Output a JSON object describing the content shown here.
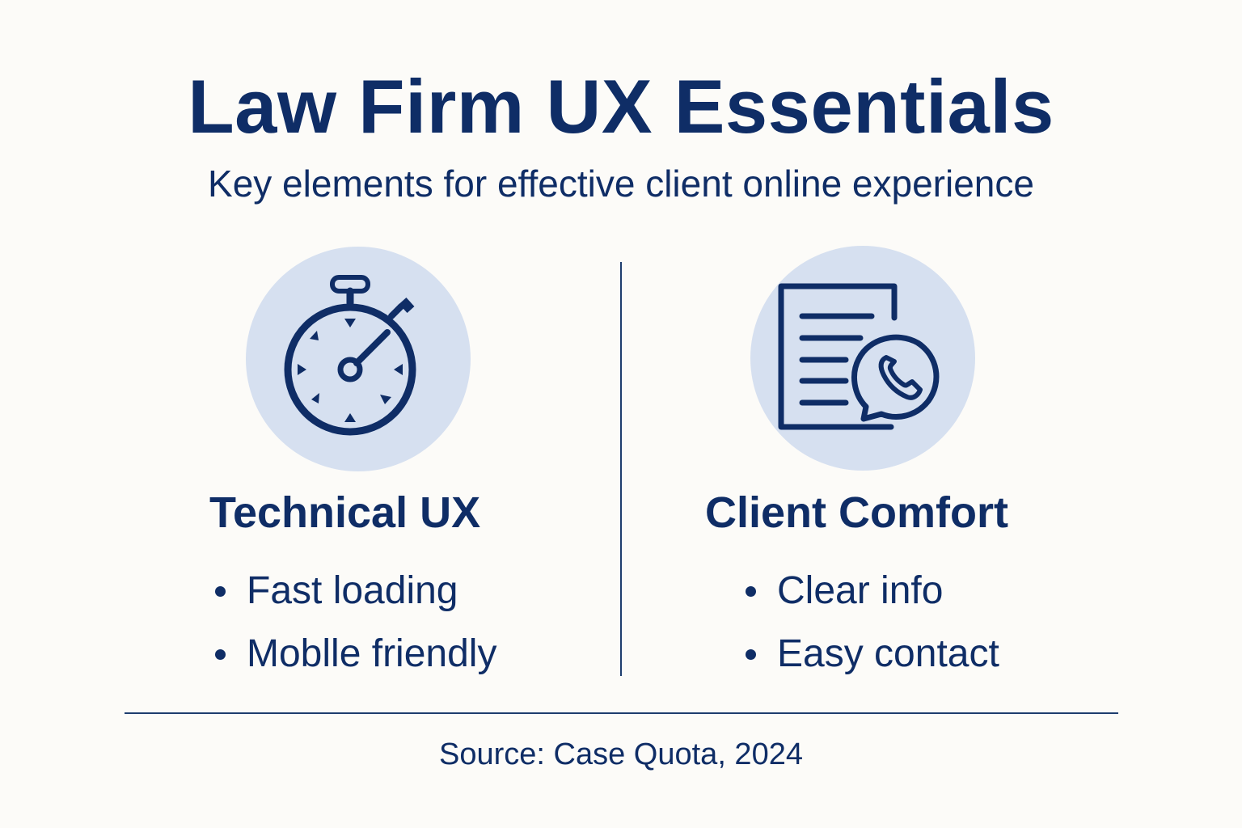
{
  "header": {
    "title": "Law Firm UX Essentials",
    "subtitle": "Key elements for effective client online experience"
  },
  "columns": [
    {
      "icon": "stopwatch-icon",
      "heading": "Technical UX",
      "items": [
        "Fast loading",
        "Moblle friendly"
      ]
    },
    {
      "icon": "document-phone-icon",
      "heading": "Client Comfort",
      "items": [
        "Clear info",
        "Easy contact"
      ]
    }
  ],
  "footer": {
    "source": "Source: Case Quota, 2024"
  },
  "colors": {
    "primary": "#0f2d66",
    "icon_circle": "#d6e0f0",
    "background": "#fcfbf8"
  }
}
